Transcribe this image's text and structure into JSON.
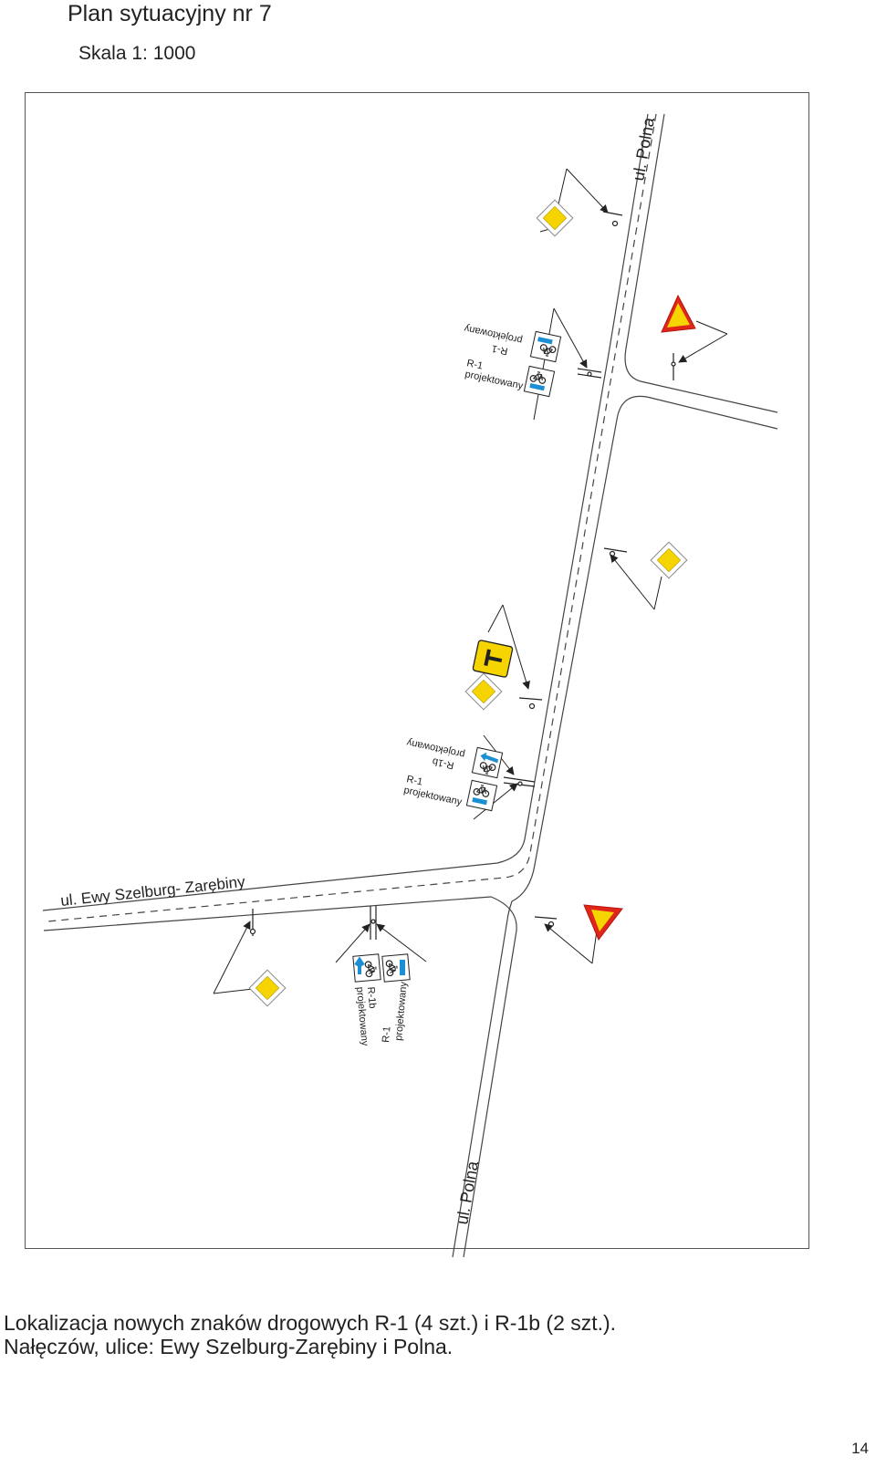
{
  "title": "Plan sytuacyjny nr 7",
  "scale": "Skala 1: 1000",
  "streets": {
    "polna_top": "ul. Polna",
    "polna_bottom": "ul. Polna",
    "ewy": "ul. Ewy Szelburg- Zarębiny"
  },
  "sign_labels": {
    "s1_code": "R-1",
    "s1_status": "projektowany",
    "s2_code": "R-1",
    "s2_status": "projektowany",
    "s3_code": "R-1b",
    "s3_status": "projektowany",
    "s4_code": "R-1",
    "s4_status": "projektowany",
    "s5_code": "R-1b",
    "s5_status": "projektowany",
    "s6_code": "R-1",
    "s6_status": "projektowany"
  },
  "caption": {
    "line1": "Lokalizacja nowych znaków drogowych R-1 (4 szt.) i R-1b (2 szt.).",
    "line2": "Nałęczów, ulice: Ewy Szelburg-Zarębiny i Polna."
  },
  "page_number": "14",
  "colors": {
    "sign_yellow": "#f5d400",
    "sign_red": "#e0261a",
    "bike_blue": "#1c8fd4",
    "road_line": "#333333"
  },
  "icons": [
    "priority-road-sign-icon",
    "give-way-sign-icon",
    "bicycle-icon",
    "arrow-icon"
  ]
}
